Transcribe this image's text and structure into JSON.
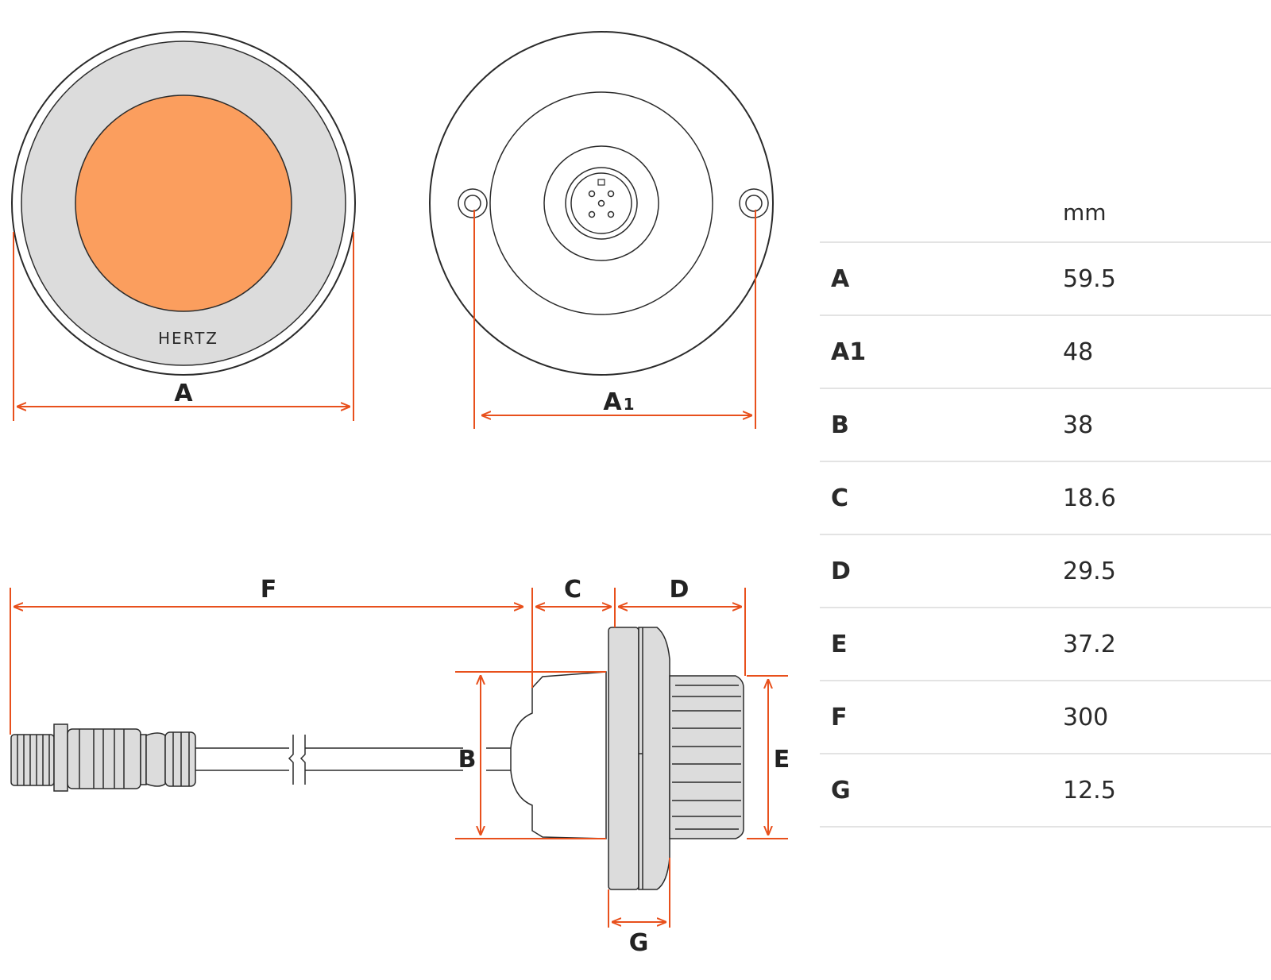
{
  "diagram": {
    "brand_logo": "HERTZ",
    "dimension_labels": {
      "A": "A",
      "A1_main": "A",
      "A1_sub": "1",
      "B": "B",
      "C": "C",
      "D": "D",
      "E": "E",
      "F": "F",
      "G": "G"
    },
    "colors": {
      "dimension_line": "#e8501c",
      "speaker_cone": "#fb9e5e",
      "bezel": "#dcdcdc",
      "outline": "#2b2b2b"
    }
  },
  "spec_table": {
    "unit_header": "mm",
    "rows": [
      {
        "label": "A",
        "value": "59.5"
      },
      {
        "label": "A1",
        "value": "48"
      },
      {
        "label": "B",
        "value": "38"
      },
      {
        "label": "C",
        "value": "18.6"
      },
      {
        "label": "D",
        "value": "29.5"
      },
      {
        "label": "E",
        "value": "37.2"
      },
      {
        "label": "F",
        "value": "300"
      },
      {
        "label": "G",
        "value": "12.5"
      }
    ]
  }
}
